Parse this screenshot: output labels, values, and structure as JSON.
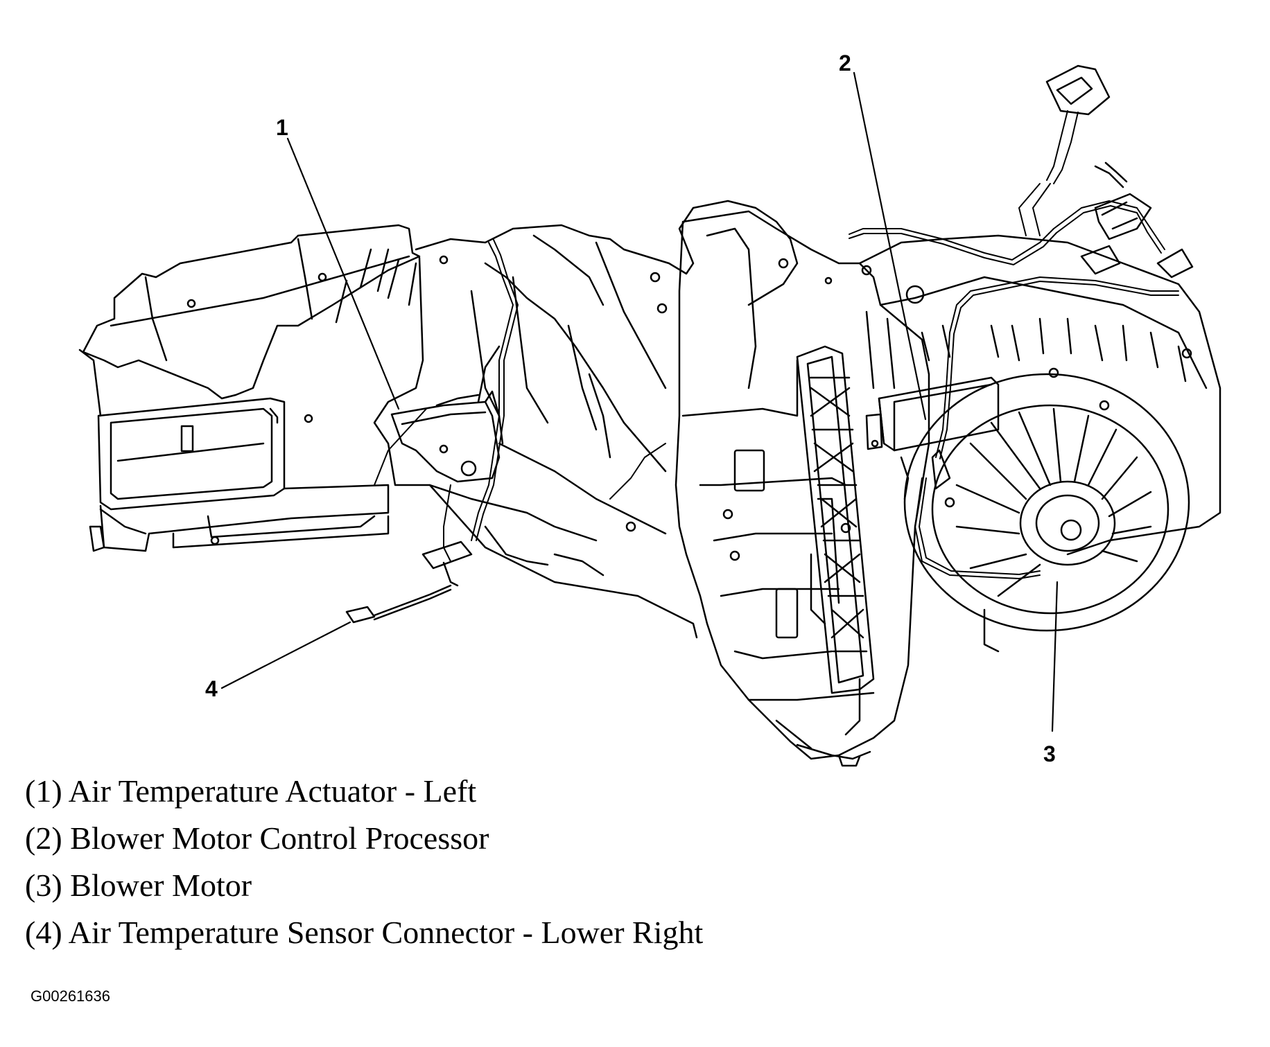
{
  "callouts": [
    {
      "number": "1",
      "label": "(1) Air Temperature Actuator - Left"
    },
    {
      "number": "2",
      "label": "(2) Blower Motor Control Processor"
    },
    {
      "number": "3",
      "label": "(3) Blower Motor"
    },
    {
      "number": "4",
      "label": "(4) Air Temperature Sensor Connector - Lower Right"
    }
  ],
  "figure_id": "G00261636",
  "colors": {
    "ink": "#000000",
    "paper": "#ffffff"
  }
}
